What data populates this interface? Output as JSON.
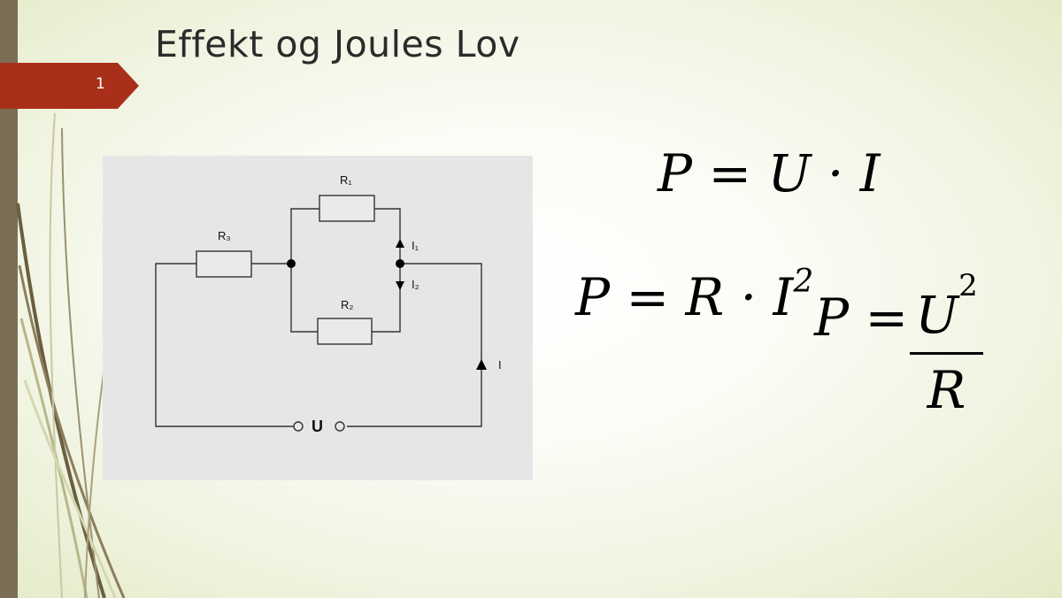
{
  "slide": {
    "number": "1",
    "title": "Effekt og Joules Lov"
  },
  "diagram": {
    "labels": {
      "r1": "R₁",
      "r2": "R₂",
      "r3": "R₃",
      "i1": "I₁",
      "i2": "I₂",
      "i": "I",
      "u": "U"
    }
  },
  "equations": {
    "eq1": "P = U · I",
    "eq2_base": "P = R · I",
    "eq2_exp": "2",
    "eq3_lhs": "P =",
    "eq3_num_base": "U",
    "eq3_num_exp": "2",
    "eq3_den": "R"
  },
  "colors": {
    "accent": "#a8301a",
    "sidebar": "#7a6e55",
    "background": "#f3f6e6"
  }
}
